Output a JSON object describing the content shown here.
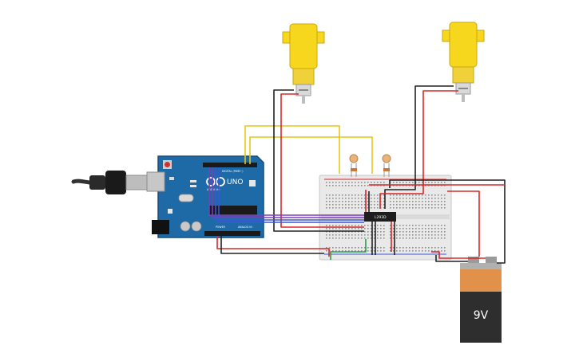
{
  "arduino": {
    "logo": "UNO",
    "brand": "ARDUINO",
    "digital_label": "DIGITAL (PWM~)",
    "power_label": "POWER",
    "analog_label": "ANALOG IN"
  },
  "chip": {
    "label": "L293D"
  },
  "battery": {
    "label": "9V"
  },
  "colors": {
    "board": "#1e6aa6",
    "motor_yellow": "#f6d71d",
    "battery_orange": "#e0914a",
    "battery_body": "#2e2e2e",
    "wire_red": "#d62828",
    "wire_black": "#222222",
    "wire_yellow": "#e6c619",
    "wire_purple": "#7b3fb6",
    "wire_blue": "#3b57d6",
    "wire_green": "#2f9e44"
  }
}
